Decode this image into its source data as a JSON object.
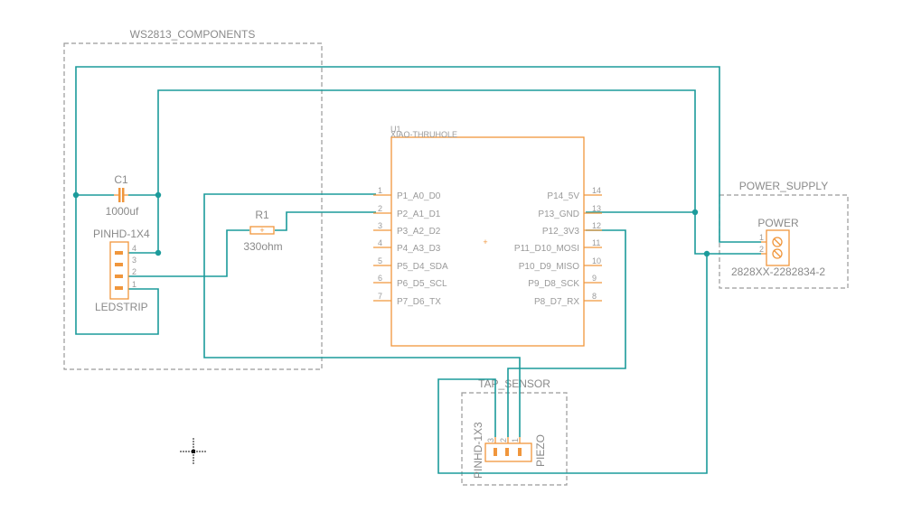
{
  "groups": {
    "ws2813": "WS2813_COMPONENTS",
    "power_supply": "POWER_SUPPLY",
    "tap_sensor": "TAP_SENSOR"
  },
  "capacitor": {
    "ref": "C1",
    "value": "1000uf"
  },
  "resistor": {
    "ref": "R1",
    "value": "330ohm"
  },
  "led_header": {
    "package": "PINHD-1X4",
    "name": "LEDSTRIP",
    "pins": [
      "4",
      "3",
      "2",
      "1"
    ]
  },
  "mcu": {
    "ref": "U1",
    "package": "XIAO-THRUHOLE",
    "left_pins": [
      {
        "num": "1",
        "name": "P1_A0_D0"
      },
      {
        "num": "2",
        "name": "P2_A1_D1"
      },
      {
        "num": "3",
        "name": "P3_A2_D2"
      },
      {
        "num": "4",
        "name": "P4_A3_D3"
      },
      {
        "num": "5",
        "name": "P5_D4_SDA"
      },
      {
        "num": "6",
        "name": "P6_D5_SCL"
      },
      {
        "num": "7",
        "name": "P7_D6_TX"
      }
    ],
    "right_pins": [
      {
        "num": "14",
        "name": "P14_5V"
      },
      {
        "num": "13",
        "name": "P13_GND"
      },
      {
        "num": "12",
        "name": "P12_3V3"
      },
      {
        "num": "11",
        "name": "P11_D10_MOSI"
      },
      {
        "num": "10",
        "name": "P10_D9_MISO"
      },
      {
        "num": "9",
        "name": "P9_D8_SCK"
      },
      {
        "num": "8",
        "name": "P8_D7_RX"
      }
    ]
  },
  "power_connector": {
    "name": "POWER",
    "part": "2828XX-2282834-2",
    "pins": [
      "1",
      "2"
    ]
  },
  "piezo_header": {
    "package": "PINHD-1X3",
    "name": "PIEZO",
    "pins": [
      "3",
      "2",
      "1"
    ]
  },
  "colors": {
    "wire": "#1c9b9b",
    "component": "#f0963c",
    "frame": "#9a9a9a",
    "background": "#ffffff"
  },
  "icons": [
    "crosshair-cursor-icon"
  ]
}
